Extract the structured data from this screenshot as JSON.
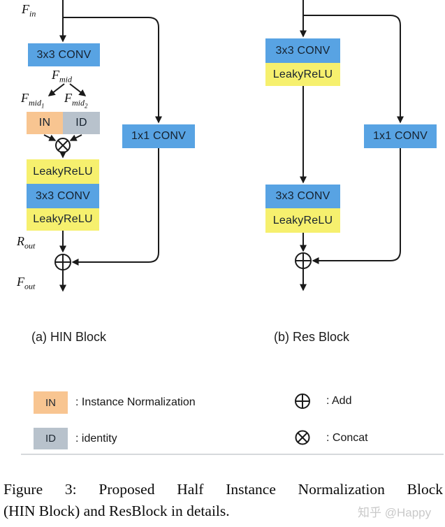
{
  "colors": {
    "conv_blue": "#58a3e3",
    "relu_yellow": "#f6f06e",
    "in_orange": "#f8c591",
    "id_gray": "#b8c2cc",
    "divider": "#d6d9db",
    "watermark": "#c9c9c9"
  },
  "hin_block": {
    "caption": "(a) HIN Block",
    "labels": {
      "f_in": {
        "base": "F",
        "sub": "in"
      },
      "f_mid": {
        "base": "F",
        "sub": "mid"
      },
      "f_mid1": {
        "base": "F",
        "sub": "mid",
        "subsub": "1"
      },
      "f_mid2": {
        "base": "F",
        "sub": "mid",
        "subsub": "2"
      },
      "r_out": {
        "base": "R",
        "sub": "out"
      },
      "f_out": {
        "base": "F",
        "sub": "out"
      }
    },
    "nodes": {
      "conv1": "3x3 CONV",
      "in": "IN",
      "id": "ID",
      "leakyrelu1": "LeakyReLU",
      "conv2": "3x3 CONV",
      "leakyrelu2": "LeakyReLU",
      "conv_skip": "1x1 CONV"
    }
  },
  "res_block": {
    "caption": "(b) Res Block",
    "nodes": {
      "conv1": "3x3 CONV",
      "leakyrelu1": "LeakyReLU",
      "conv2": "3x3 CONV",
      "leakyrelu2": "LeakyReLU",
      "conv_skip": "1x1 CONV"
    }
  },
  "legend": {
    "in": {
      "swatch": "IN",
      "label": ": Instance Normalization"
    },
    "id": {
      "swatch": "ID",
      "label": ": identity"
    },
    "add": {
      "symbol": "circled-plus",
      "label": ": Add"
    },
    "concat": {
      "symbol": "circled-cross",
      "label": ": Concat"
    }
  },
  "figure_caption": {
    "line1": "Figure 3: Proposed Half Instance Normalization Block",
    "line2": "(HIN Block) and ResBlock in details."
  },
  "watermark": "知乎 @Happy"
}
